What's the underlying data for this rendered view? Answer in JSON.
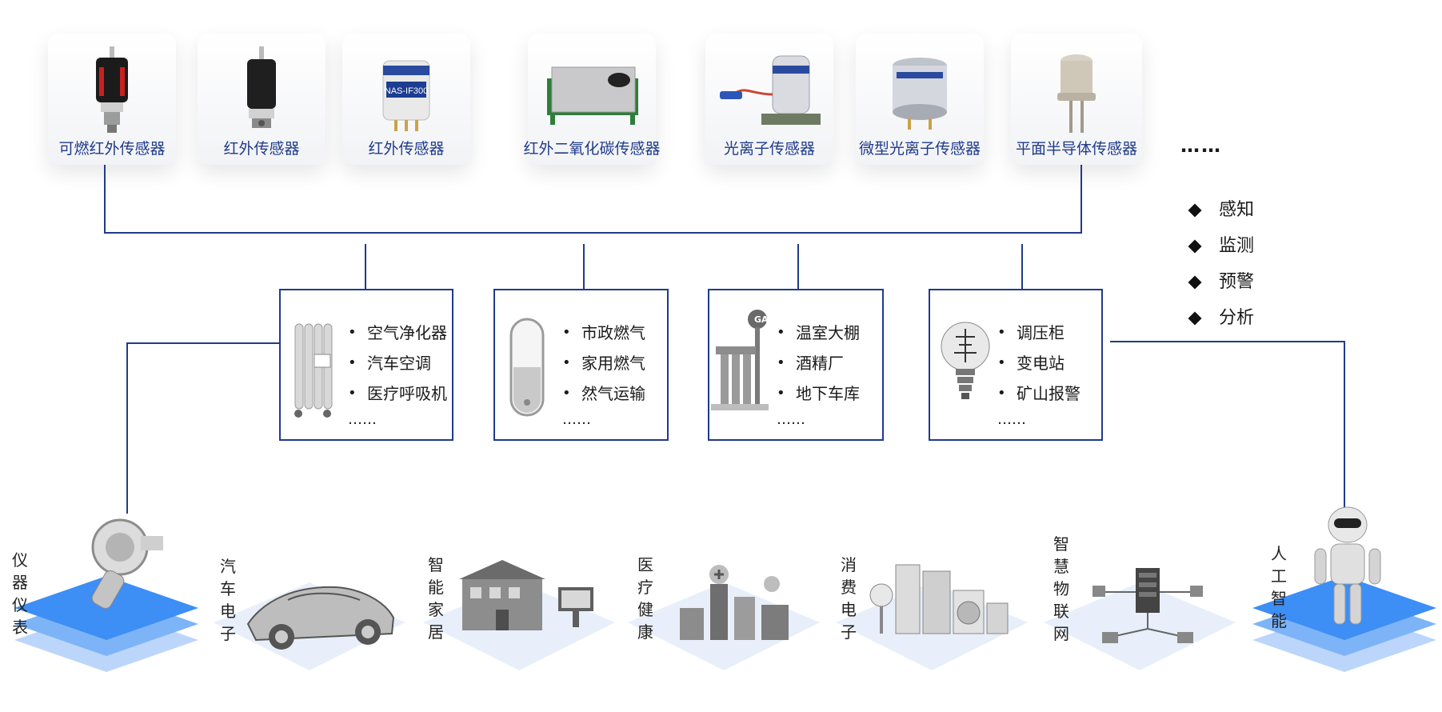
{
  "sensors": [
    {
      "label": "可燃红外传感器",
      "icon": "flammable-infrared-sensor"
    },
    {
      "label": "红外传感器",
      "icon": "infrared-sensor-black"
    },
    {
      "label": "红外传感器",
      "icon": "infrared-sensor-module"
    },
    {
      "label": "红外二氧化碳传感器",
      "icon": "co2-sensor-board"
    },
    {
      "label": "光离子传感器",
      "icon": "photoionization-sensor"
    },
    {
      "label": "微型光离子传感器",
      "icon": "micro-pid-sensor"
    },
    {
      "label": "平面半导体传感器",
      "icon": "semiconductor-sensor"
    }
  ],
  "sensors_more": "……",
  "features": [
    "感知",
    "监测",
    "预警",
    "分析"
  ],
  "applications": [
    {
      "icon": "radiator-icon",
      "items": [
        "空气净化器",
        "汽车空调",
        "医疗呼吸机"
      ],
      "more": "……"
    },
    {
      "icon": "gas-tank-icon",
      "items": [
        "市政燃气",
        "家用燃气",
        "然气运输"
      ],
      "more": "……"
    },
    {
      "icon": "gas-station-icon",
      "items": [
        "温室大棚",
        "酒精厂",
        "地下车库"
      ],
      "more": "……",
      "badge": "GAS"
    },
    {
      "icon": "lightbulb-icon",
      "items": [
        "调压柜",
        "变电站",
        "矿山报警"
      ],
      "more": "……"
    }
  ],
  "industries": [
    {
      "label": "仪器仪表",
      "icon": "gas-detector-icon"
    },
    {
      "label": "汽车电子",
      "icon": "car-icon"
    },
    {
      "label": "智能家居",
      "icon": "smart-home-icon"
    },
    {
      "label": "医疗健康",
      "icon": "medical-icon"
    },
    {
      "label": "消费电子",
      "icon": "appliances-icon"
    },
    {
      "label": "智慧物联网",
      "icon": "iot-network-icon"
    },
    {
      "label": "人工智能",
      "icon": "robot-icon"
    }
  ],
  "colors": {
    "accent": "#1f3b8a",
    "tile": "#e8effa",
    "platform": "#3d8ef5"
  }
}
